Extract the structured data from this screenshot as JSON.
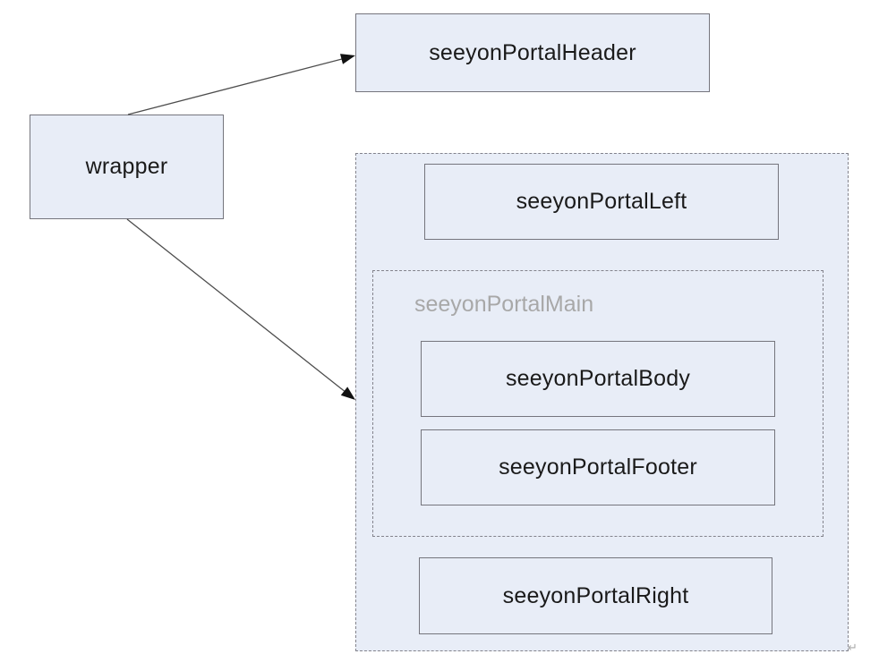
{
  "title": "seeyon portal page layout diagram",
  "colors": {
    "background": "#ffffff",
    "node_fill": "#e8edf7",
    "node_border": "#75757d",
    "dashed_border": "#83838c",
    "label_text": "#1a1a1a",
    "muted_label": "#a8a8a8",
    "arrow_line": "#4d4d4d",
    "arrow_head": "#111111"
  },
  "nodes": {
    "wrapper": {
      "label": "wrapper"
    },
    "header": {
      "label": "seeyonPortalHeader"
    },
    "left": {
      "label": "seeyonPortalLeft"
    },
    "main": {
      "label": "seeyonPortalMain"
    },
    "body": {
      "label": "seeyonPortalBody"
    },
    "footer": {
      "label": "seeyonPortalFooter"
    },
    "right": {
      "label": "seeyonPortalRight"
    }
  },
  "edges": [
    {
      "from": "wrapper",
      "to": "seeyonPortalHeader"
    },
    {
      "from": "wrapper",
      "to": "portal-layout-container"
    }
  ],
  "marks": {
    "return_symbol": "↵"
  }
}
